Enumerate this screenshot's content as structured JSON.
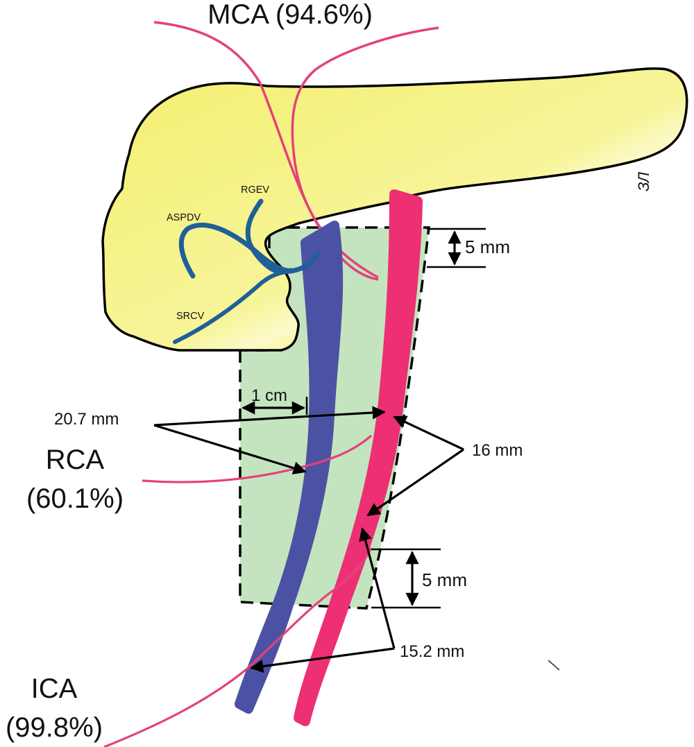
{
  "labels": {
    "mca": "MCA (94.6%)",
    "rca_name": "RCA",
    "rca_pct": "(60.1%)",
    "ica_name": "ICA",
    "ica_pct": "(99.8%)",
    "aspdv": "ASPDV",
    "rgev": "RGEV",
    "srcv": "SRCV"
  },
  "measurements": {
    "top_margin": "5 mm",
    "bottom_margin": "5 mm",
    "width_1cm": "1 cm",
    "d_20_7": "20.7 mm",
    "d_16": "16 mm",
    "d_15_2": "15.2 mm"
  },
  "colors": {
    "pancreas": "#f5f27a",
    "pancreas_outline": "#000000",
    "dissection_zone": "#c3e4bf",
    "smv": "#4c52a3",
    "sma": "#ed2f74",
    "branch_artery": "#e4417b",
    "veins": "#1f5f9a"
  },
  "signature": "ЗЛ"
}
